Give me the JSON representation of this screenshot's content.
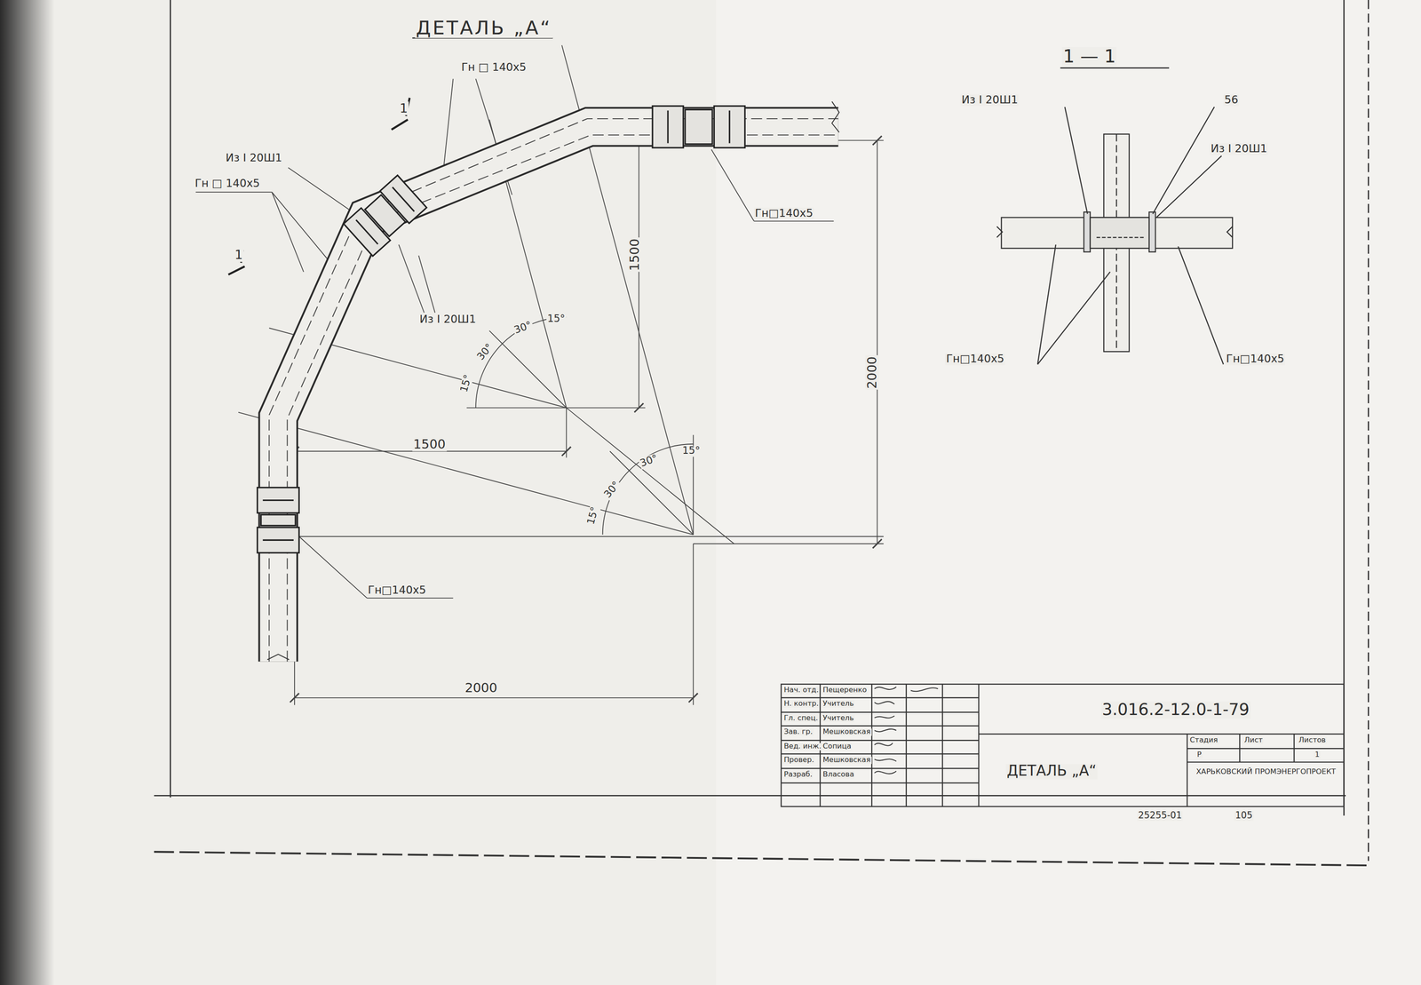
{
  "diagram": {
    "title": "ДЕТАЛЬ „А“",
    "labels": [
      "1 — 1",
      "Гн □ 140х5",
      "Из I 20Ш1",
      "Гн □ 140х5",
      "1",
      "1",
      "Из I 20Ш1",
      "Гн□140х5",
      "15°",
      "30°",
      "30°",
      "15°",
      "1500",
      "2000",
      "1500",
      "15°",
      "30°",
      "30°",
      "15°",
      "Гн□140х5",
      "2000",
      "Из I 20Ш1",
      "56",
      "Из I 20Ш1",
      "Гн□140х5",
      "Гн□140х5",
      "Нач. отд.",
      "Пещеренко",
      "Н. контр.",
      "Учитель",
      "Гл. спец.",
      "Учитель",
      "Зав. гр.",
      "Мешковская",
      "Вед. инж.",
      "Сопица",
      "Провер.",
      "Мешковская",
      "Разраб.",
      "Власова",
      "3.016.2-12.0-1-79",
      "ДЕТАЛЬ „А“",
      "Стадия",
      "Лист",
      "Листов",
      "Р",
      "1",
      "ХАРЬКОВСКИЙ ПРОМЭНЕРГОПРОЕКТ",
      "25255-01",
      "105"
    ]
  }
}
